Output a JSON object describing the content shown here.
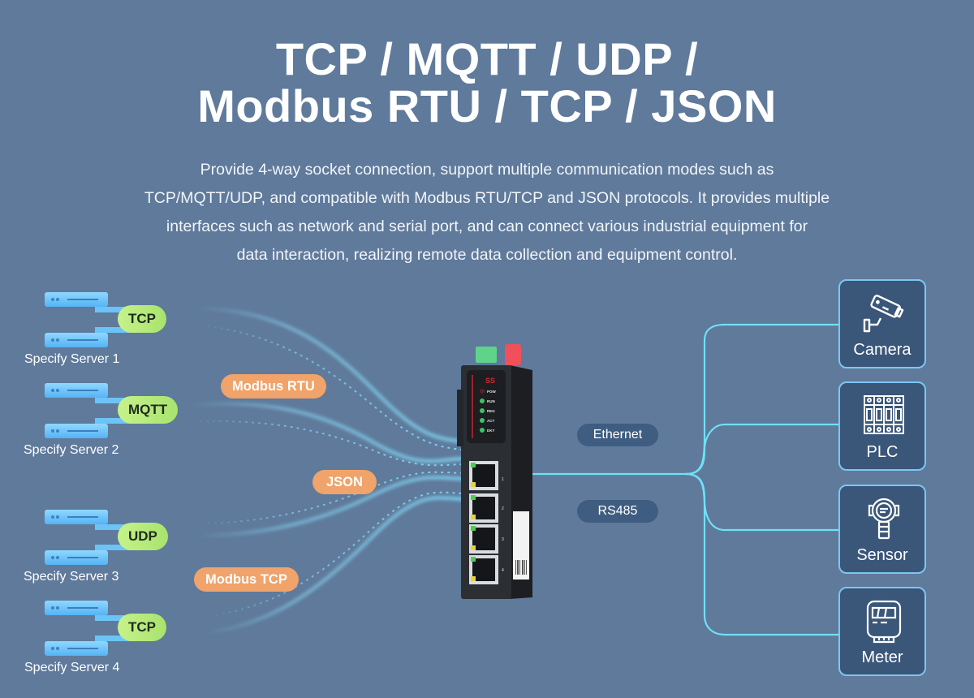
{
  "header": {
    "title_lines": [
      "TCP / MQTT / UDP /",
      "Modbus RTU / TCP / JSON"
    ],
    "description_lines": [
      "Provide 4-way socket connection, support multiple communication modes such as",
      "TCP/MQTT/UDP, and compatible with Modbus RTU/TCP and JSON protocols. It provides multiple",
      "interfaces such as network and serial port, and can connect various industrial equipment for",
      "data interaction, realizing remote data collection and equipment control."
    ]
  },
  "servers": [
    {
      "label": "Specify Server 1",
      "protocol": "TCP",
      "icon": "server-rack-icon"
    },
    {
      "label": "Specify Server 2",
      "protocol": "MQTT",
      "icon": "server-rack-icon"
    },
    {
      "label": "Specify Server 3",
      "protocol": "UDP",
      "icon": "server-rack-icon"
    },
    {
      "label": "Specify Server 4",
      "protocol": "TCP",
      "icon": "server-rack-icon"
    }
  ],
  "stream_tags": [
    "Modbus RTU",
    "JSON",
    "Modbus TCP"
  ],
  "device": {
    "name": "industrial serial/ethernet gateway",
    "indicators": [
      "POW",
      "RUN",
      "REG",
      "ACT",
      "DKY"
    ],
    "port_numbers": [
      "1",
      "2",
      "3",
      "4"
    ]
  },
  "interfaces": [
    "Ethernet",
    "RS485"
  ],
  "endpoints": [
    {
      "label": "Camera",
      "icon": "camera-icon"
    },
    {
      "label": "PLC",
      "icon": "plc-icon"
    },
    {
      "label": "Sensor",
      "icon": "sensor-icon"
    },
    {
      "label": "Meter",
      "icon": "meter-icon"
    }
  ],
  "colors": {
    "background": "#5f7a9b",
    "protocol_badge": "#b5ea7b",
    "stream_tag": "#f0a36a",
    "interface_tag": "#3f5d80",
    "connector_line": "#6fe0f5",
    "card_border": "#7cc6f3",
    "card_fill": "#3a5679"
  }
}
